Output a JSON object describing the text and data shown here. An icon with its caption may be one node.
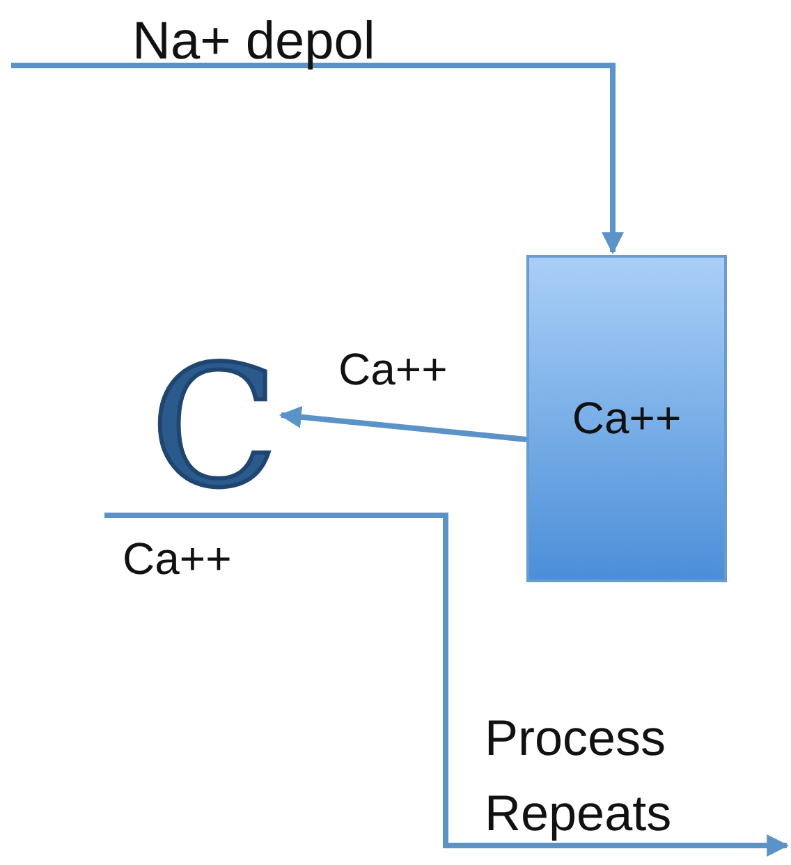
{
  "diagram": {
    "nodes": [
      {
        "text": [
          "Ca++"
        ]
      },
      {
        "text": [
          "C"
        ]
      }
    ],
    "edges": [
      {
        "from": null,
        "to": 0,
        "arrow": "to",
        "label": "Na+ depol"
      },
      {
        "from": 0,
        "to": 1,
        "arrow": "to",
        "label": "Ca++"
      },
      {
        "from": 1,
        "to": null,
        "arrow": "to",
        "label": "Ca++"
      }
    ],
    "labels": [
      "Process Repeats"
    ]
  }
}
